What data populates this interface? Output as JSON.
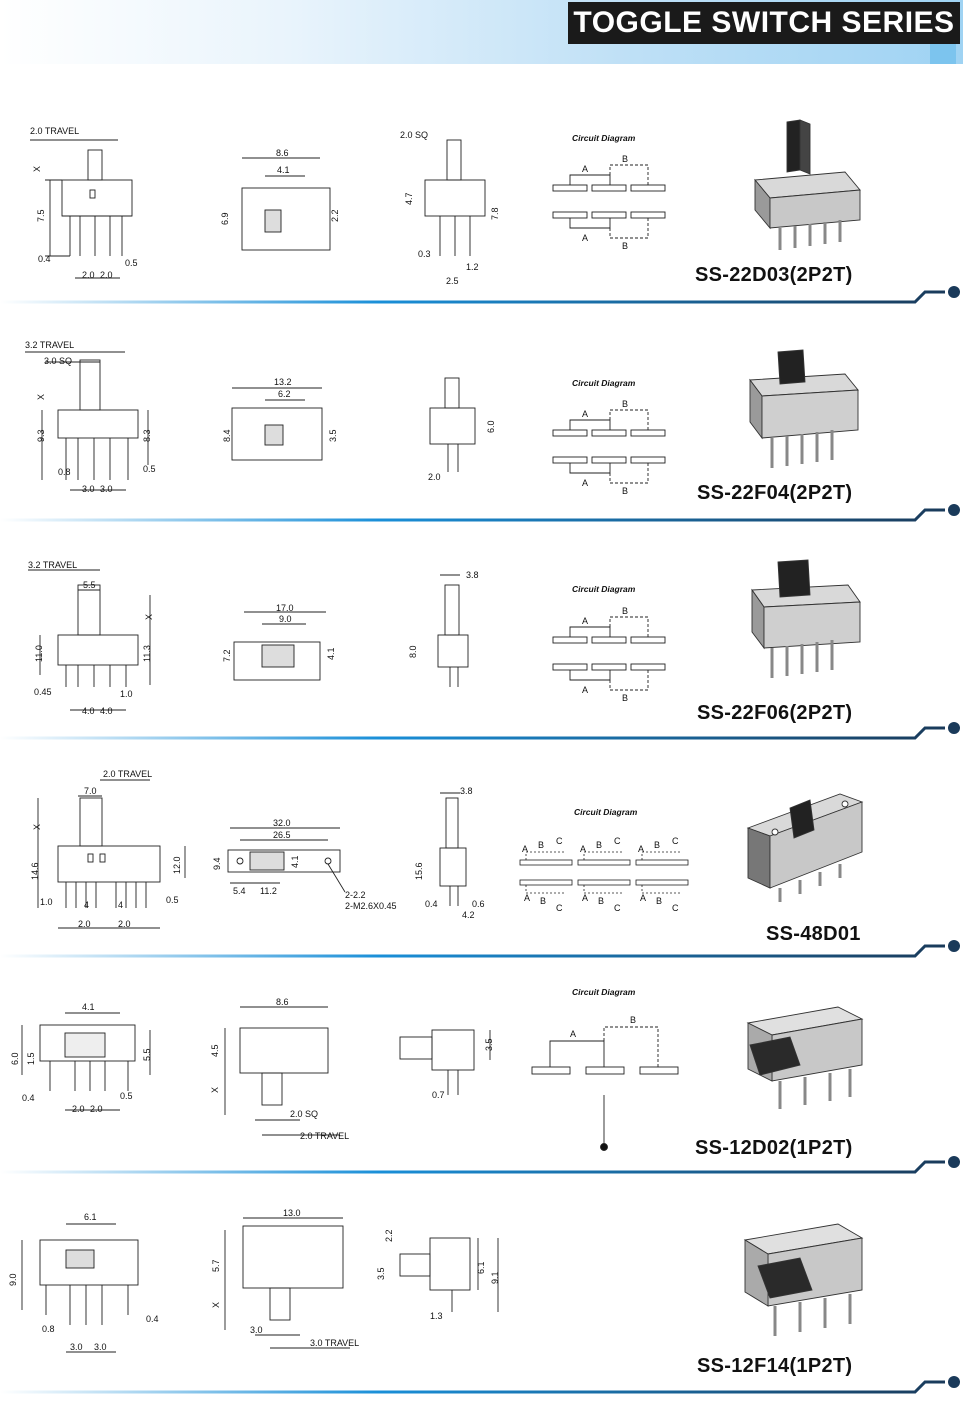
{
  "header": {
    "title": "TOGGLE SWITCH SERIES"
  },
  "colors": {
    "accent": "#1a8fd8",
    "dark": "#1a3a5a",
    "title_bg": "#1a1a1a"
  },
  "rows": [
    {
      "model": "SS-22D03(2P2T)",
      "side": {
        "travel": "2.0 TRAVEL",
        "x": "X",
        "height": "7.5",
        "pitch1": "2.0",
        "pitch2": "2.0",
        "pin_left": "0.4",
        "pin_right": "0.5"
      },
      "top": {
        "width": "8.6",
        "slot": "4.1",
        "height": "6.9",
        "slot_h": "2.2"
      },
      "end": {
        "sq": "2.0  SQ",
        "h1": "4.7",
        "h2": "7.8",
        "a": "0.3",
        "b": "1.2",
        "c": "2.5"
      },
      "circuit": {
        "label": "Circuit Diagram",
        "a": "A",
        "b": "B"
      },
      "icons": [
        "slide-switch-2p2t"
      ]
    },
    {
      "model": "SS-22F04(2P2T)",
      "side": {
        "travel": "3.2 TRAVEL",
        "sq": "3.0 SQ",
        "x": "X",
        "h_left": "9.3",
        "h_right": "8.3",
        "pitch1": "3.0",
        "pitch2": "3.0",
        "pin_left": "0.8",
        "pin_right": "0.5"
      },
      "top": {
        "width": "13.2",
        "slot": "6.2",
        "height": "8.4",
        "slot_h": "3.5"
      },
      "end": {
        "h": "6.0",
        "w": "2.0"
      },
      "circuit": {
        "label": "Circuit Diagram",
        "a": "A",
        "b": "B"
      }
    },
    {
      "model": "SS-22F06(2P2T)",
      "side": {
        "travel": "3.2 TRAVEL",
        "act_w": "5.5",
        "x": "X",
        "h_left": "11.0",
        "h_right": "11.3",
        "pitch1": "4.0",
        "pitch2": "4.0",
        "pin_left": "0.45",
        "pin_right": "1.0"
      },
      "top": {
        "width": "17.0",
        "slot": "9.0",
        "height": "7.2",
        "slot_h": "4.1"
      },
      "end": {
        "w": "3.8",
        "h": "8.0"
      },
      "circuit": {
        "label": "Circuit Diagram",
        "a": "A",
        "b": "B"
      }
    },
    {
      "model": "SS-48D01",
      "side": {
        "travel": "2.0 TRAVEL",
        "act_w": "7.0",
        "x": "X",
        "h_left": "14.6",
        "h_right": "12.0",
        "p1": "4",
        "p2": "4",
        "pitch1": "2.0",
        "pitch2": "2.0",
        "pin_left": "1.0",
        "pin_right": "0.5"
      },
      "top": {
        "width": "32.0",
        "inner": "26.5",
        "height": "9.4",
        "slot_h": "4.1",
        "off1": "5.4",
        "off2": "11.2",
        "hole1": "2-2.2",
        "hole2": "2-M2.6X0.45"
      },
      "end": {
        "w": "3.8",
        "h": "15.6",
        "a": "0.4",
        "b": "0.6",
        "c": "4.2"
      },
      "circuit": {
        "label": "Circuit Diagram",
        "a": "A",
        "b": "B",
        "c": "C"
      }
    },
    {
      "model": "SS-12D02(1P2T)",
      "side": {
        "w": "4.1",
        "h_left": "6.0",
        "h_inner": "1.5",
        "h_right": "5.5",
        "pitch1": "2.0",
        "pitch2": "2.0",
        "pin_left": "0.4",
        "pin_right": "0.5"
      },
      "top": {
        "width": "8.6",
        "height": "4.5",
        "x": "X",
        "sq": "2.0  SQ",
        "travel": "2.0 TRAVEL"
      },
      "end": {
        "h": "3.5",
        "w": "0.7"
      },
      "circuit": {
        "label": "Circuit Diagram",
        "a": "A",
        "b": "B"
      }
    },
    {
      "model": "SS-12F14(1P2T)",
      "side": {
        "w": "6.1",
        "h": "9.0",
        "pitch1": "3.0",
        "pitch2": "3.0",
        "pin_left": "0.8",
        "pin_right": "0.4"
      },
      "top": {
        "width": "13.0",
        "height": "5.7",
        "x": "X",
        "act": "3.0",
        "travel": "3.0 TRAVEL"
      },
      "end": {
        "a": "2.2",
        "b": "3.5",
        "c": "6.1",
        "d": "9.1",
        "e": "1.3"
      }
    }
  ]
}
